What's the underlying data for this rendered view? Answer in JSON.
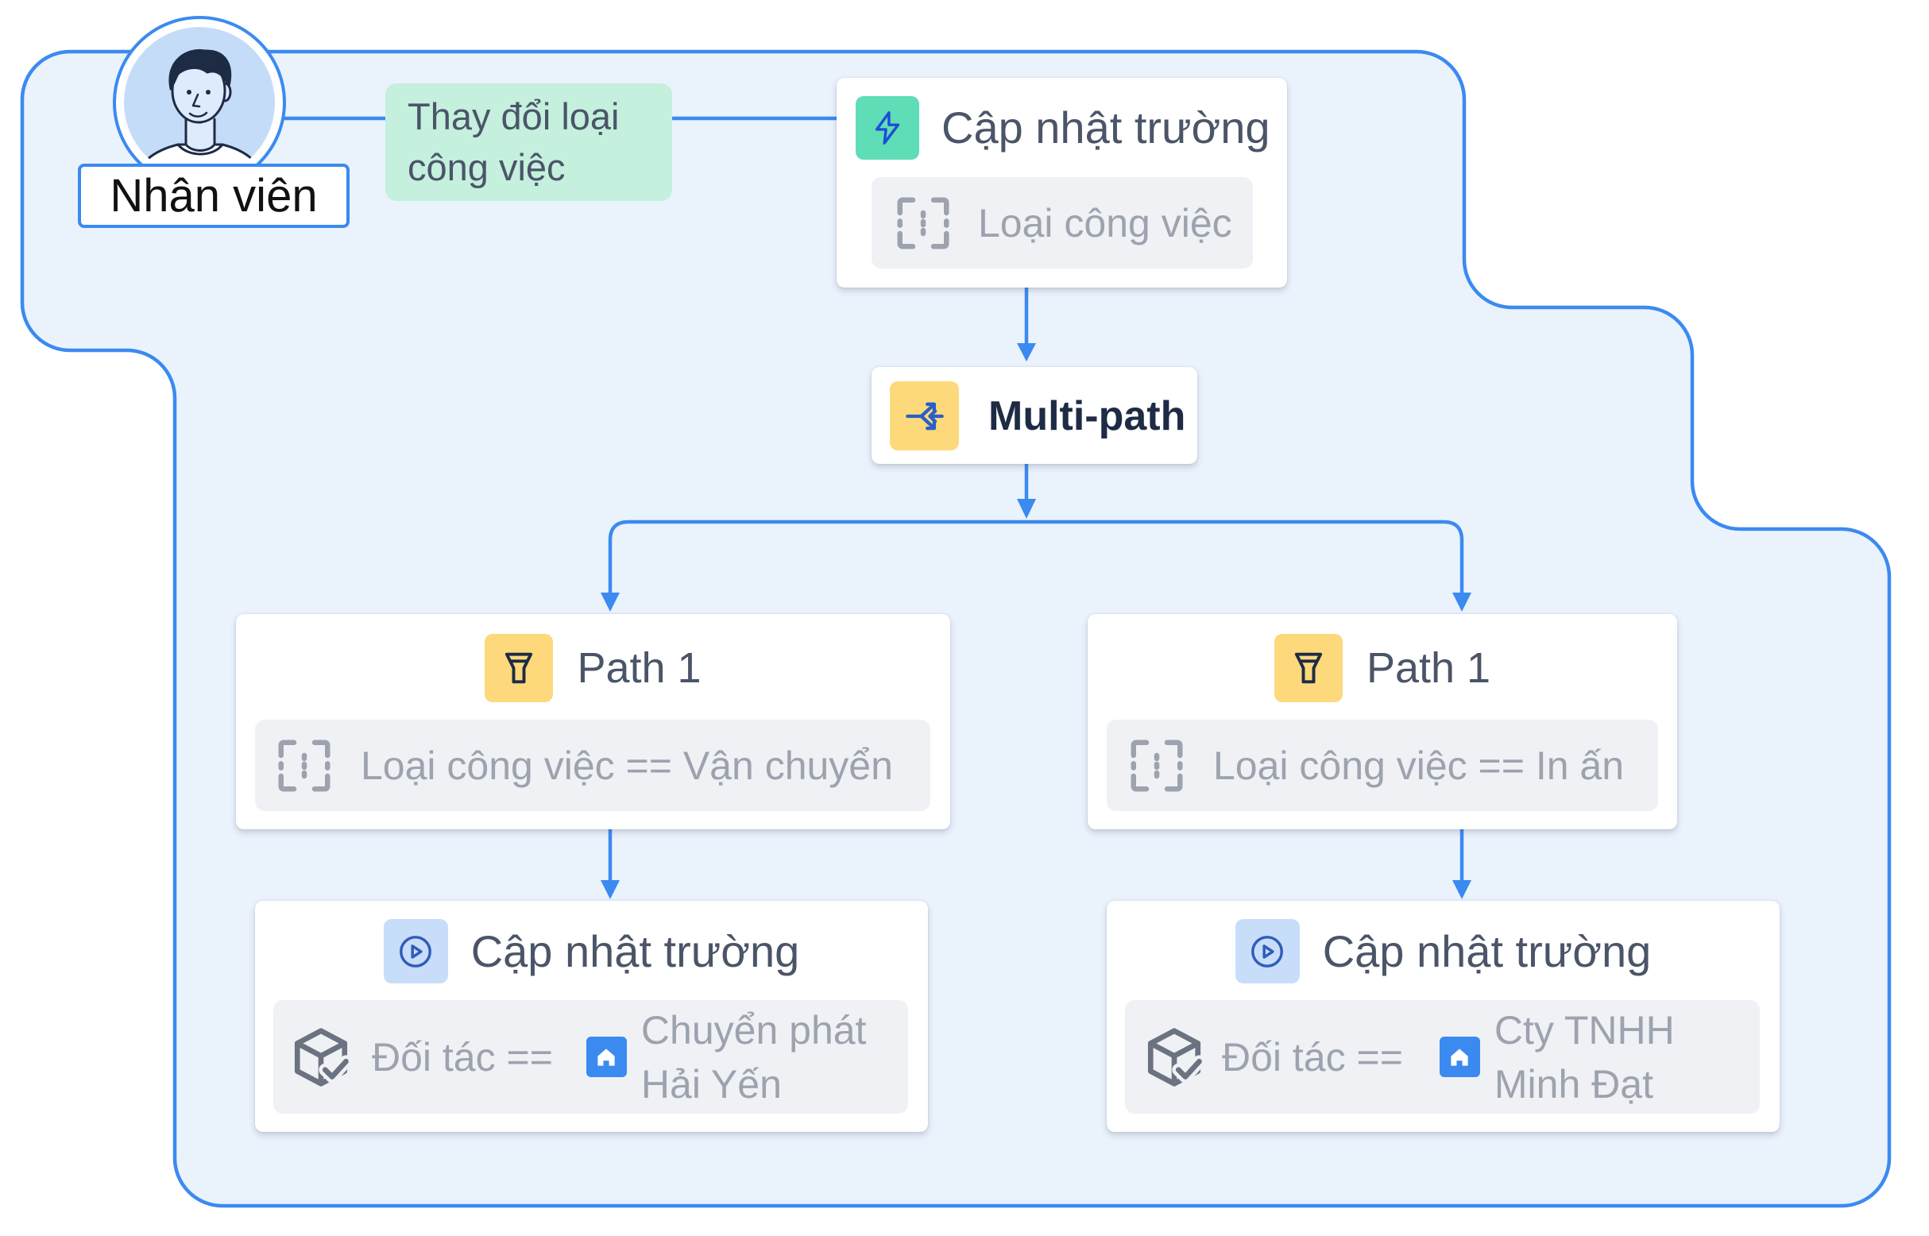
{
  "actor": {
    "label": "Nhân viên",
    "avatar_icon": "person-avatar-icon"
  },
  "trigger_event": {
    "lines": [
      "Thay đổi loại",
      "công việc"
    ]
  },
  "trigger": {
    "icon": "lightning-icon",
    "title": "Cập nhật trường",
    "field_icon": "field-select-icon",
    "field": "Loại công việc"
  },
  "multipath": {
    "icon": "multi-path-icon",
    "title": "Multi-path"
  },
  "paths": [
    {
      "icon": "filter-icon",
      "title": "Path 1",
      "condition_icon": "field-select-icon",
      "condition": "Loại công việc == Vận chuyển",
      "action": {
        "icon": "play-circle-icon",
        "title": "Cập nhật trường",
        "field_icon": "box-check-icon",
        "field_label": "Đối tác ==",
        "value_icon": "home-icon",
        "value_lines": [
          "Chuyển phát",
          "Hải Yến"
        ]
      }
    },
    {
      "icon": "filter-icon",
      "title": "Path 1",
      "condition_icon": "field-select-icon",
      "condition": "Loại công việc == In ấn",
      "action": {
        "icon": "play-circle-icon",
        "title": "Cập nhật trường",
        "field_icon": "box-check-icon",
        "field_label": "Đối tác ==",
        "value_icon": "home-icon",
        "value_lines": [
          "Cty TNHH",
          "Minh Đạt"
        ]
      }
    }
  ],
  "colors": {
    "accent": "#3B8AF0",
    "area": "#EAF2FC",
    "field": "#EFF1F4",
    "field_text": "#9CA3AF",
    "title": "#4B5568",
    "navy": "#1E2B45",
    "tag": "#C4F0DD",
    "trigger_icon_bg": "#5FDDB6",
    "condition_icon_bg": "#FDD97C",
    "action_icon_bg": "#C8DDFA"
  }
}
